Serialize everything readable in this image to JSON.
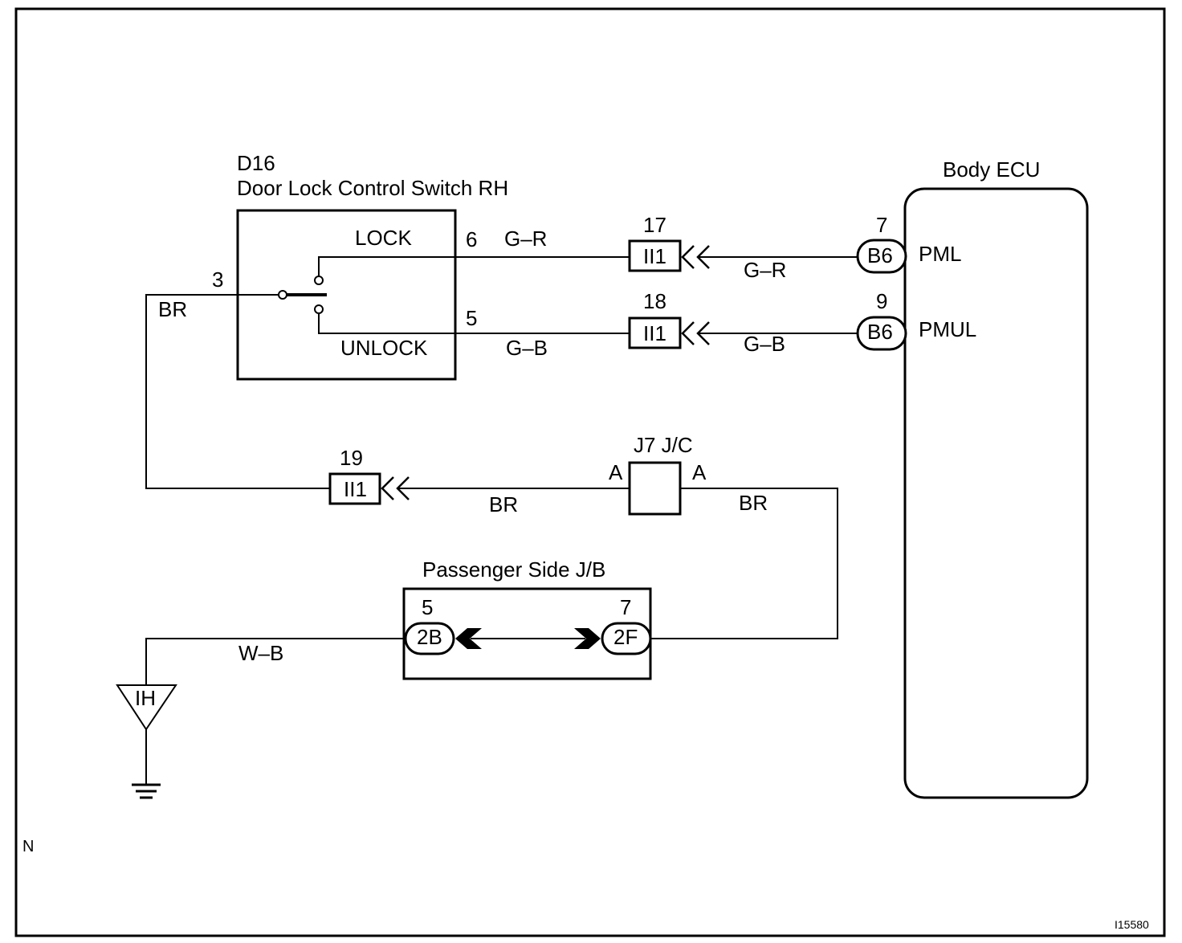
{
  "switch": {
    "id": "D16",
    "name": "Door Lock Control Switch RH",
    "lock_label": "LOCK",
    "unlock_label": "UNLOCK",
    "pin_common": "3",
    "pin_lock": "6",
    "pin_unlock": "5"
  },
  "ecu": {
    "name": "Body ECU",
    "pml": {
      "pin": "7",
      "connector": "B6",
      "signal": "PML"
    },
    "pmul": {
      "pin": "9",
      "connector": "B6",
      "signal": "PMUL"
    }
  },
  "connectors": {
    "lock_conn": {
      "pin": "17",
      "code": "II1"
    },
    "unlock_conn": {
      "pin": "18",
      "code": "II1"
    },
    "ground_conn": {
      "pin": "19",
      "code": "II1"
    }
  },
  "wires": {
    "lock_left": "G–R",
    "lock_right": "G–R",
    "unlock_left": "G–B",
    "unlock_right": "G–B",
    "switch_common": "BR",
    "jc_left": "BR",
    "jc_right": "BR",
    "ground": "W–B"
  },
  "junction_connector": {
    "name": "J7 J/C",
    "left_pin": "A",
    "right_pin": "A"
  },
  "junction_block": {
    "name": "Passenger Side J/B",
    "left_pin": "5",
    "left_connector": "2B",
    "right_pin": "7",
    "right_connector": "2F"
  },
  "ground_point": "IH",
  "corner_mark": "N",
  "figure_id": "I15580"
}
